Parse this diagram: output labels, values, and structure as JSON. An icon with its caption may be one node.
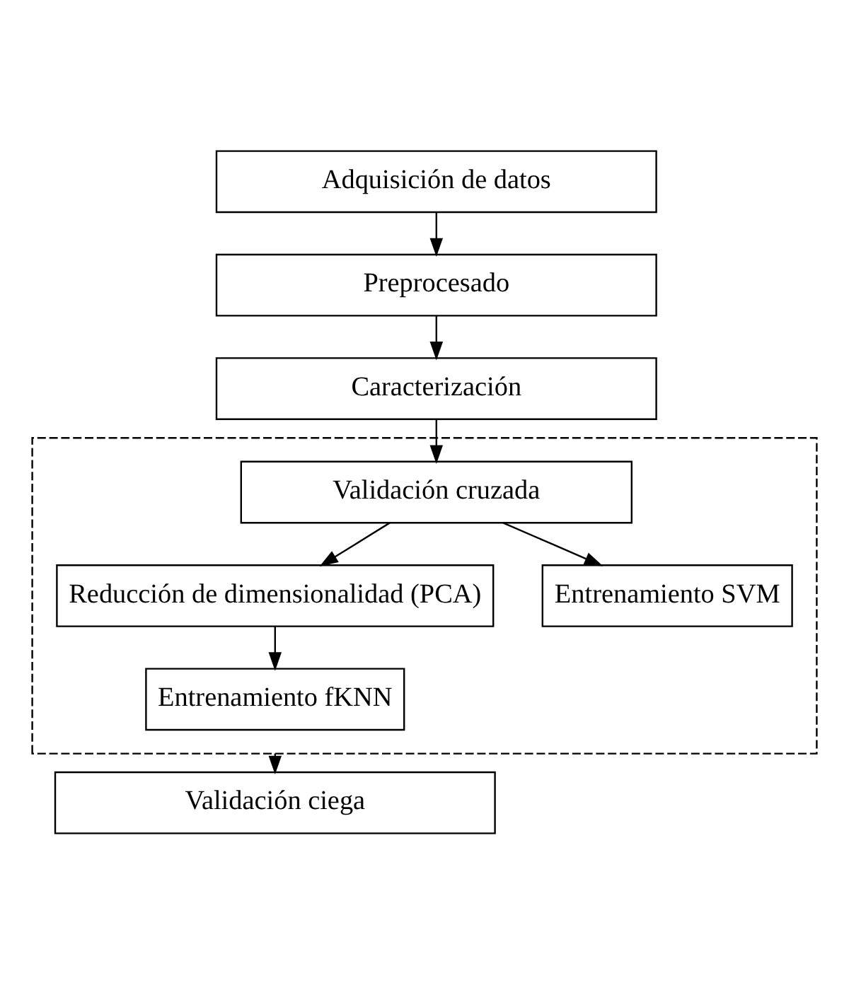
{
  "diagram": {
    "nodes": [
      {
        "text": [
          "Adquisición de datos"
        ]
      },
      {
        "text": [
          "Preprocesado"
        ]
      },
      {
        "text": [
          "Caracterización"
        ]
      },
      {
        "text": [],
        "shape": "box"
      },
      {
        "text": [
          "Validación cruzada"
        ],
        "in": 3
      },
      {
        "text": [
          "Reducción de dimensionalidad (PCA)"
        ],
        "in": 3
      },
      {
        "text": [
          "Entrenamiento SVM"
        ],
        "in": 3
      },
      {
        "text": [
          "Entrenamiento fKNN"
        ],
        "in": 3
      },
      {
        "text": [
          "Validación ciega"
        ]
      }
    ],
    "edges": [
      {
        "from": 0,
        "to": 1,
        "arrow": "to"
      },
      {
        "from": 1,
        "to": 2,
        "arrow": "to"
      },
      {
        "from": 2,
        "to": 4,
        "arrow": "to"
      },
      {
        "from": 4,
        "to": 6,
        "arrow": "to"
      },
      {
        "from": 4,
        "to": 5,
        "arrow": "to"
      },
      {
        "from": 5,
        "to": 7,
        "arrow": "to"
      },
      {
        "from": 3,
        "to": 8,
        "arrow": "to"
      }
    ]
  }
}
